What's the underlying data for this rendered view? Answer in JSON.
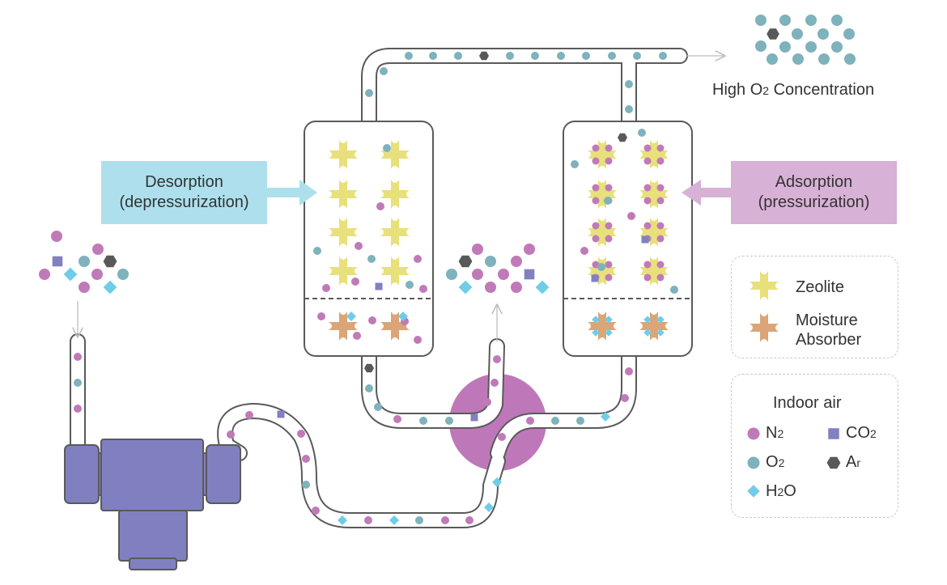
{
  "labels": {
    "desorption_line1": "Desorption",
    "desorption_line2": "(depressurization)",
    "adsorption_line1": "Adsorption",
    "adsorption_line2": "(pressurization)",
    "high_o2": "High O",
    "high_o2_sub": "2",
    "high_o2_rest": " Concentration"
  },
  "legend": {
    "zeolite": "Zeolite",
    "moisture_line1": "Moisture",
    "moisture_line2": "Absorber",
    "indoor_air": "Indoor air",
    "n2": "N",
    "n2_sub": "2",
    "co2": "CO",
    "co2_sub": "2",
    "o2": "O",
    "o2_sub": "2",
    "ar": "A",
    "ar_sub": "r",
    "h2o": "H",
    "h2o_sub": "2",
    "h2o_rest": "O"
  },
  "colors": {
    "n2": "#c07ab8",
    "o2": "#7eb2bc",
    "co2": "#8181c0",
    "ar": "#595959",
    "h2o": "#6ecde8",
    "zeolite": "#e8e07a",
    "moisture": "#dba577",
    "desorption": "#ade0ec",
    "adsorption": "#d8b1d6",
    "compressor": "#8080c0",
    "valve": "#be78b9",
    "pipe": "#5a5a5a"
  }
}
